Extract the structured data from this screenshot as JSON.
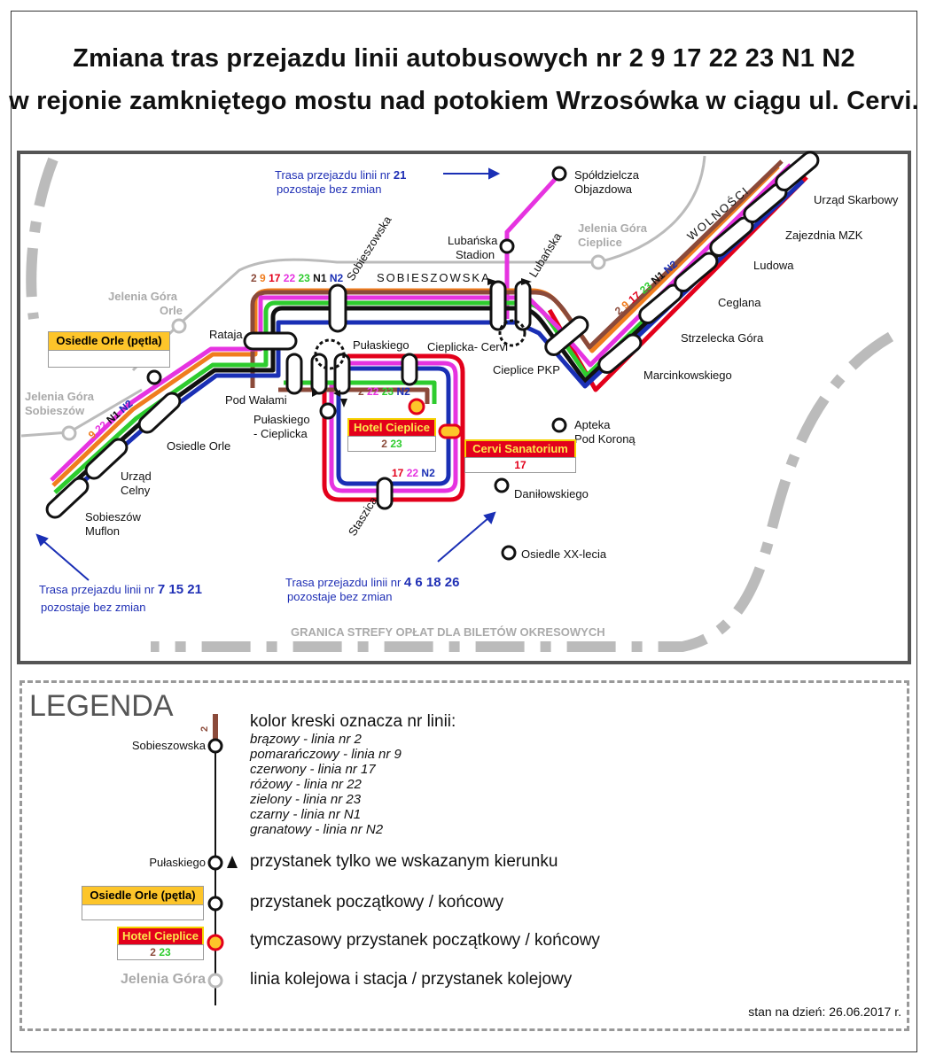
{
  "title": {
    "line1": "Zmiana tras przejazdu linii autobusowych nr 2 9 17 22 23 N1 N2",
    "line2": "w rejonie zamkniętego mostu nad potokiem Wrzosówka w ciągu ul. Cervi."
  },
  "colors": {
    "line_2": "#8b4a3a",
    "line_9": "#f07d1e",
    "line_17": "#e3001b",
    "line_22": "#e633e0",
    "line_23": "#2ecc2e",
    "line_N1": "#111111",
    "line_N2": "#1a2fb5",
    "line_21_track": "#e633e0",
    "rail": "#bbbbbb",
    "zone_border": "#bbbbbb",
    "temp_stop_fill": "#fdc52a",
    "temp_stop_border": "#e3001b"
  },
  "map": {
    "notes": {
      "line21_a": "Trasa przejazdu linii nr ",
      "line21_b": "21",
      "line21_c": "pozostaje bez zmian",
      "lines7_a": "Trasa przejazdu linii nr ",
      "lines7_b": "7  15  21",
      "lines7_c": "pozostaje bez zmian",
      "lines4_a": "Trasa przejazdu linii nr ",
      "lines4_b": "4  6  18  26",
      "lines4_c": "pozostaje bez zmian",
      "zone": "GRANICA STREFY OPŁAT DLA BILETÓW OKRESOWYCH"
    },
    "streets": {
      "sobieszowska": "SOBIESZOWSKA",
      "wolnosci": "WOLNOŚCI"
    },
    "rail_stations": {
      "orle_a": "Jelenia Góra",
      "orle_b": "Orle",
      "sobieszow_a": "Jelenia Góra",
      "sobieszow_b": "Sobieszów",
      "cieplice_a": "Jelenia Góra",
      "cieplice_b": "Cieplice"
    },
    "stops": {
      "spoldzielcza_a": "Spółdzielcza",
      "spoldzielcza_b": "Objazdowa",
      "lubanska_stadion_a": "Lubańska",
      "lubanska_stadion_b": "Stadion",
      "lubanska": "Lubańska",
      "sobieszowska": "Sobieszowska",
      "rataja": "Rataja",
      "pulaskiego": "Pułaskiego",
      "cieplicka_cervi": "Cieplicka- Cervi",
      "cieplice_pkp": "Cieplice PKP",
      "pod_walami": "Pod  Wałami",
      "pulaskiego_cieplicka_a": "Pułaskiego",
      "pulaskiego_cieplicka_b": "- Cieplicka",
      "osiedle_orle": "Osiedle Orle",
      "urzad_celny_a": "Urząd",
      "urzad_celny_b": "Celny",
      "sobieszow_muflon_a": "Sobieszów",
      "sobieszow_muflon_b": "Muflon",
      "staszica": "Staszica",
      "apteka_a": "Apteka",
      "apteka_b": "Pod Koroną",
      "danilowskiego": "Daniłowskiego",
      "osiedle_xx": "Osiedle XX-lecia",
      "marcinkowskiego": "Marcinkowskiego",
      "strzelecka": "Strzelecka Góra",
      "ceglana": "Ceglana",
      "ludowa": "Ludowa",
      "zajezdnia": "Zajezdnia MZK",
      "urzad_skarbowy": "Urząd Skarbowy"
    },
    "terminals": {
      "orle_petla": "Osiedle Orle (pętla)",
      "hotel_cieplice": "Hotel Cieplice",
      "hotel_lines_2": "2",
      "hotel_lines_23": "23",
      "cervi": "Cervi Sanatorium",
      "cervi_lines": "17"
    },
    "line_labels": {
      "l2": "2",
      "l9": "9",
      "l17": "17",
      "l22": "22",
      "l23": "23",
      "lN1": "N1",
      "lN2": "N2",
      "track22": "22"
    }
  },
  "legend": {
    "title": "LEGENDA",
    "color_heading": "kolor kreski oznacza nr linii:",
    "colors": [
      "brązowy - linia nr 2",
      "pomarańczowy - linia nr 9",
      "czerwony - linia nr 17",
      "różowy - linia nr 22",
      "zielony - linia nr 23",
      "czarny - linia nr N1",
      "granatowy - linia nr N2"
    ],
    "sample_stop": "Sobieszowska",
    "sample_line": "2",
    "directional_stop": "Pułaskiego",
    "directional_desc": "przystanek tylko we wskazanym kierunku",
    "terminal_box": "Osiedle Orle (pętla)",
    "terminal_desc": "przystanek początkowy / końcowy",
    "temp_box": "Hotel Cieplice",
    "temp_lines_2": "2",
    "temp_lines_23": "23",
    "temp_desc": "tymczasowy przystanek początkowy / końcowy",
    "rail_station": "Jelenia Góra",
    "rail_desc": "linia kolejowa i stacja / przystanek kolejowy",
    "date": "stan na dzień: 26.06.2017 r."
  }
}
